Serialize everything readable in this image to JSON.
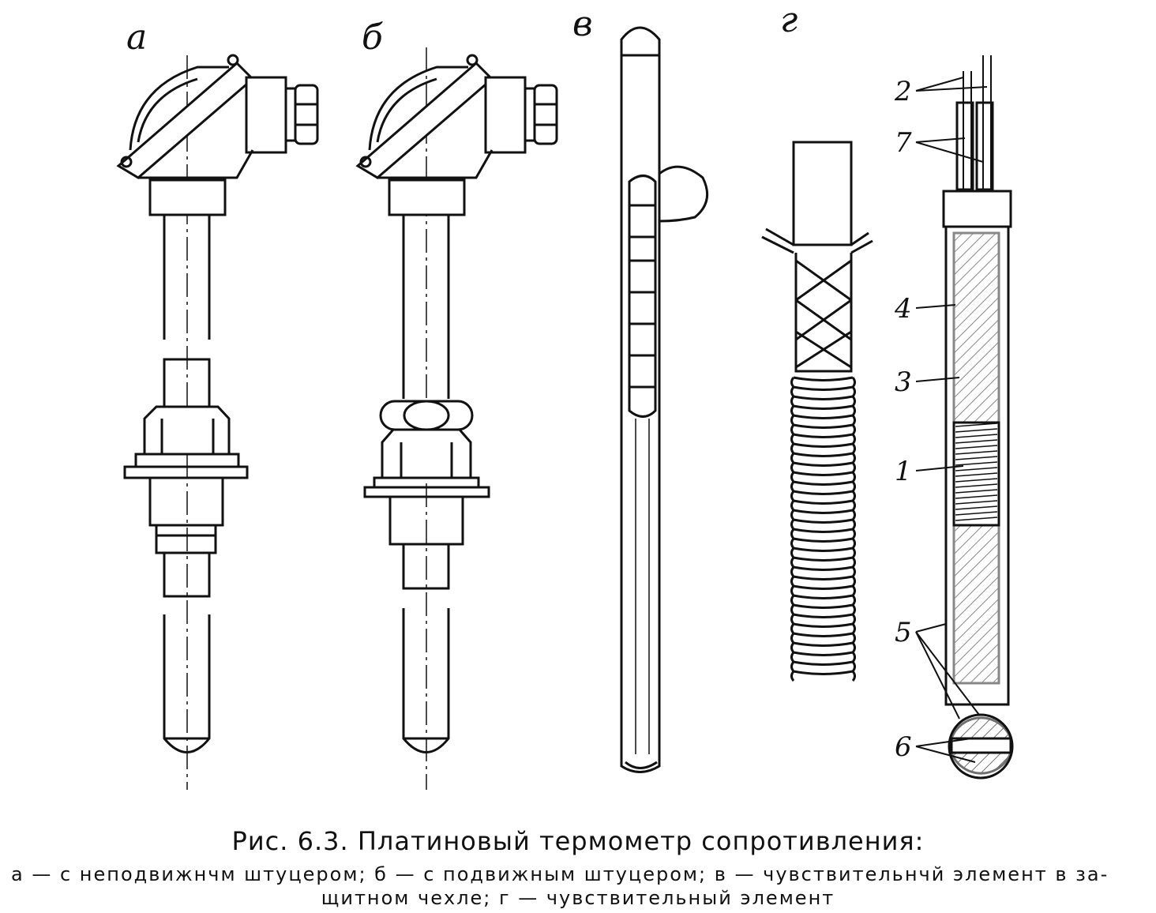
{
  "panels": {
    "a": "а",
    "b": "б",
    "v": "в",
    "g": "г"
  },
  "callouts": [
    "2",
    "7",
    "4",
    "3",
    "1",
    "5",
    "6"
  ],
  "caption": {
    "title": "Рис. 6.3. Платиновый термометр сопротивления:",
    "line1": "а — с неподвижнчм штуцером; б — с подвижным штуцером; в — чувствительнчй элемент в за-",
    "line2": "щитном чехле; г — чувствительный элемент"
  }
}
